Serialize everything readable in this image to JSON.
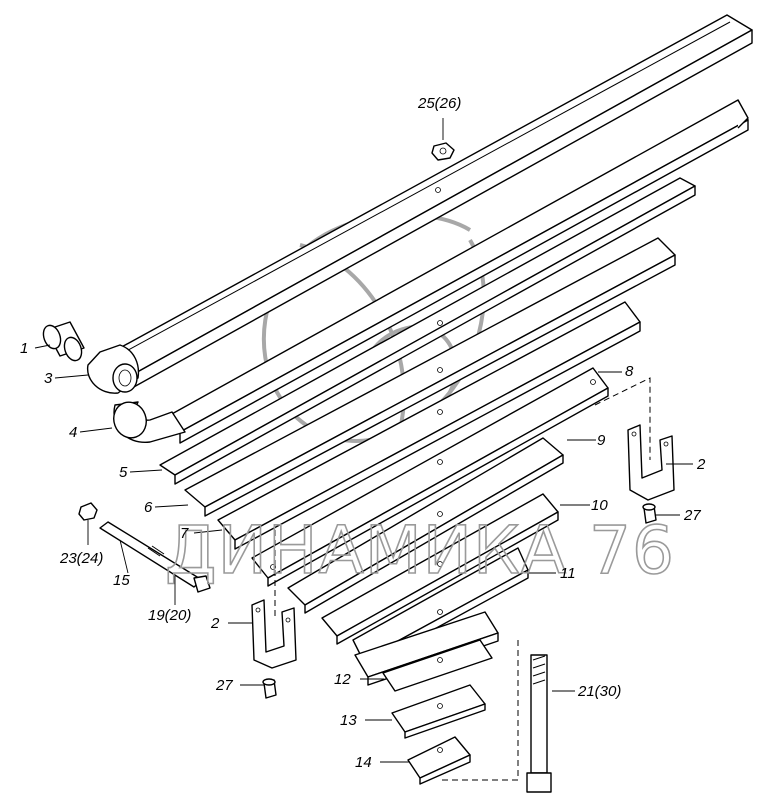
{
  "watermark": {
    "text": "ДИНАМИКА 76"
  },
  "labels": {
    "l1": "1",
    "l2a": "2",
    "l2b": "2",
    "l3": "3",
    "l4": "4",
    "l5": "5",
    "l6": "6",
    "l7": "7",
    "l8": "8",
    "l9": "9",
    "l10": "10",
    "l11": "11",
    "l12": "12",
    "l13": "13",
    "l14": "14",
    "l15": "15",
    "l19": "19(20)",
    "l21": "21(30)",
    "l23": "23(24)",
    "l25": "25(26)",
    "l27a": "27",
    "l27b": "27"
  }
}
